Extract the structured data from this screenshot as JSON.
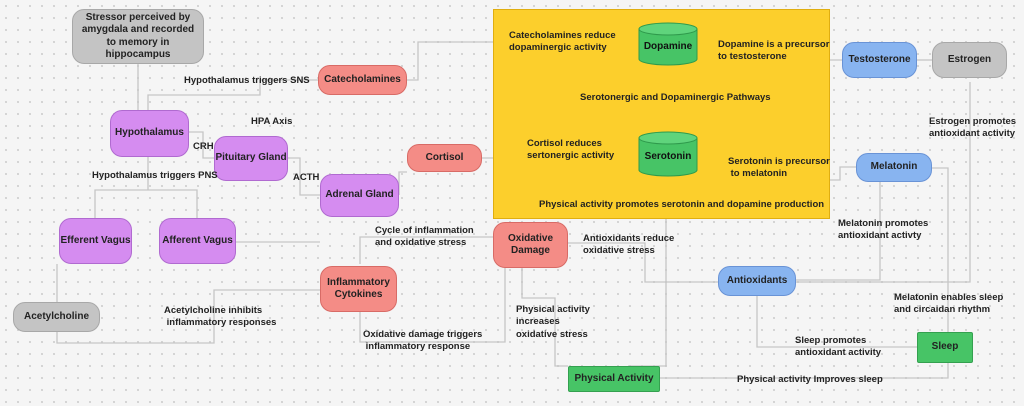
{
  "nodes": {
    "stressor": "Stressor perceived by amygdala and recorded to memory in hippocampus",
    "catecholamines": "Catecholamines",
    "hypothalamus": "Hypothalamus",
    "pituitary": "Pituitary Gland",
    "adrenal": "Adrenal Gland",
    "cortisol": "Cortisol",
    "dopamine": "Dopamine",
    "serotonin": "Serotonin",
    "testosterone": "Testosterone",
    "estrogen": "Estrogen",
    "melatonin": "Melatonin",
    "efferent": "Efferent Vagus",
    "afferent": "Afferent Vagus",
    "inflammatory": "Inflammatory Cytokines",
    "oxidative": "Oxidative Damage",
    "antioxidants": "Antioxidants",
    "acetylcholine": "Acetylcholine",
    "physical": "Physical Activity",
    "sleep": "Sleep"
  },
  "labels": {
    "hyp_sns": "Hypothalamus triggers SNS",
    "hpa": "HPA Axis",
    "crh": "CRH",
    "acth": "ACTH",
    "hyp_pns": "Hypothalamus triggers PNS",
    "cat_reduce": "Catecholamines reduce\ndopaminergic activity",
    "dop_precursor": "Dopamine is a precursor\nto testosterone",
    "sero_dop": "Serotonergic and Dopaminergic Pathways",
    "cort_reduce": "Cortisol reduces\nsertonergic activity",
    "sero_precursor": "Serotonin is precursor\n to melatonin",
    "pa_promotes": "Physical activity promotes serotonin and dopamine production",
    "estrogen_promotes": "Estrogen promotes\nantioxidant activity",
    "melatonin_promotes": "Melatonin promotes\nantioxidant activty",
    "cycle": "Cycle of inflammation\nand oxidative stress",
    "antiox_reduce": "Antioxidants reduce\noxidative stress",
    "acetyl_inhibits": "Acetylcholine inhibits\n inflammatory responses",
    "pa_increases": "Physical activity\nincreases\noxidative stress",
    "ox_triggers": "Oxidative damage triggers\n inflammatory response",
    "mel_sleep": "Melatonin enables sleep\nand circaidan rhythm",
    "sleep_promotes": "Sleep promotes\nantioxidant activity",
    "pa_sleep": "Physical activity Improves sleep"
  }
}
